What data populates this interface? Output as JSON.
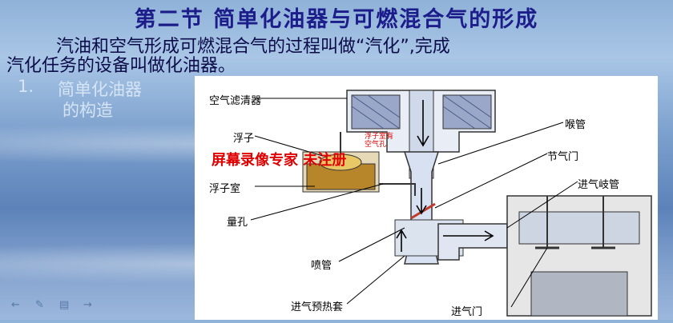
{
  "slide": {
    "title": "第二节  简单化油器与可燃混合气的形成",
    "paragraph_line1": "汽油和空气形成可燃混合气的过程叫做“汽化”,完成",
    "paragraph_line2": "汽化任务的设备叫做化油器。",
    "section_number": "1.",
    "section_title_line1": "简单化油器",
    "section_title_line2": "的构造"
  },
  "diagram": {
    "labels": {
      "air_filter": "空气滤清器",
      "float": "浮子",
      "float_chamber": "浮子室",
      "metering_jet": "量孔",
      "nozzle": "喷管",
      "preheat_jacket": "进气预热套",
      "throat": "喉管",
      "throttle": "节气门",
      "intake_manifold": "进气岐管",
      "intake_valve": "进气门"
    },
    "tiny_note": "浮子室有空气孔"
  },
  "watermark": "屏幕录像专家   未注册",
  "nav": {
    "icons": [
      "first-icon",
      "pen-icon",
      "menu-icon",
      "next-icon"
    ]
  }
}
